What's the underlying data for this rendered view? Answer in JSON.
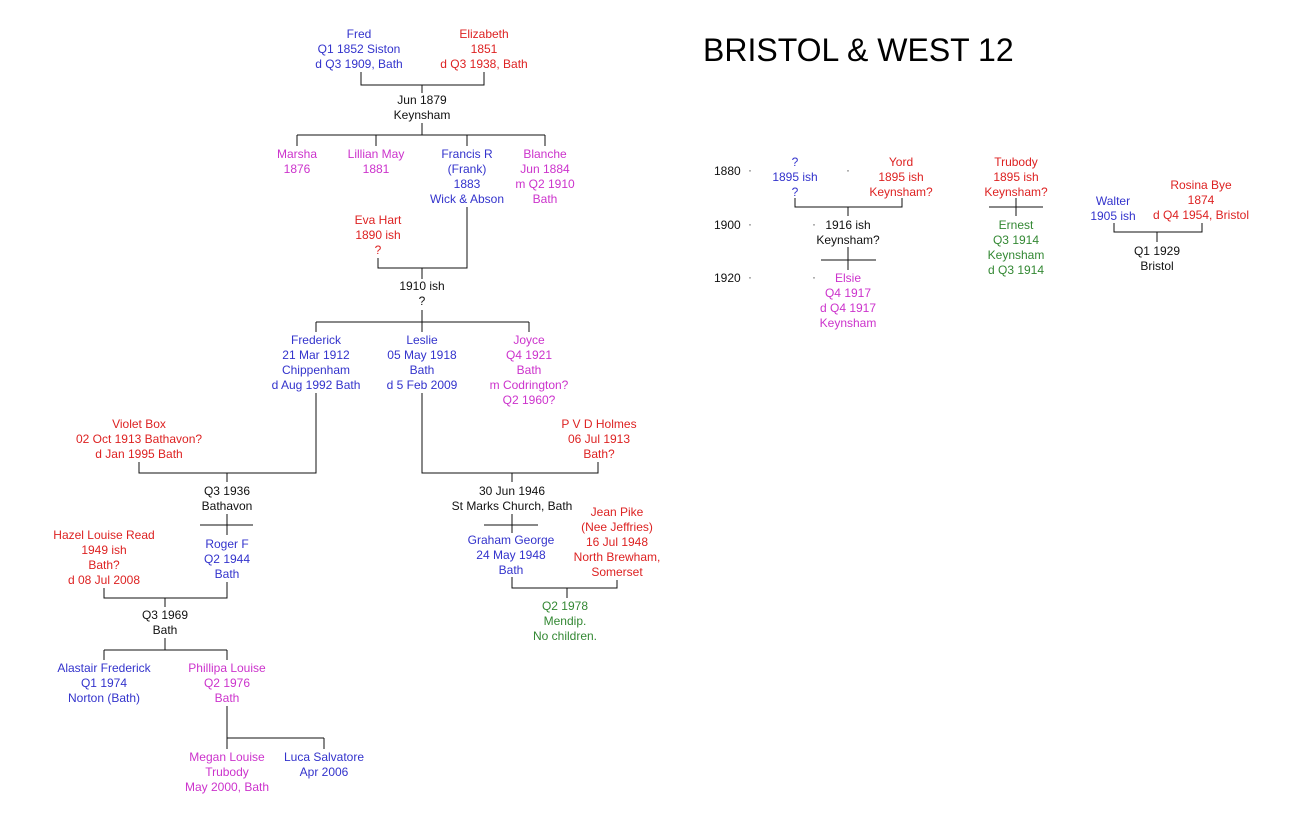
{
  "title": "BRISTOL & WEST 12",
  "colors": {
    "male": "#3333cc",
    "female_spouse": "#dd2222",
    "female": "#cc33cc",
    "other": "#338833",
    "event": "#111111"
  },
  "nodes": {
    "fred": [
      "Fred",
      "Q1 1852 Siston",
      "d Q3 1909, Bath"
    ],
    "elizabeth": [
      "Elizabeth",
      "1851",
      "d Q3 1938, Bath"
    ],
    "m1879": [
      "Jun 1879",
      "Keynsham"
    ],
    "marsha": [
      "Marsha",
      "1876"
    ],
    "lillian": [
      "Lillian May",
      "1881"
    ],
    "francis": [
      "Francis R",
      "(Frank)",
      "1883",
      "Wick & Abson"
    ],
    "blanche": [
      "Blanche",
      "Jun 1884",
      "m Q2 1910",
      "Bath"
    ],
    "eva": [
      "Eva Hart",
      "1890 ish",
      "?"
    ],
    "m1910": [
      "1910 ish",
      "?"
    ],
    "frederick": [
      "Frederick",
      "21 Mar 1912",
      "Chippenham",
      "d Aug 1992 Bath"
    ],
    "leslie": [
      "Leslie",
      "05 May 1918",
      "Bath",
      "d 5 Feb 2009"
    ],
    "joyce": [
      "Joyce",
      "Q4 1921",
      "Bath",
      "m Codrington?",
      "Q2 1960?"
    ],
    "violet": [
      "Violet Box",
      "02 Oct 1913 Bathavon?",
      "d Jan 1995 Bath"
    ],
    "pvd": [
      "P V D Holmes",
      "06 Jul 1913",
      "Bath?"
    ],
    "m1936": [
      "Q3 1936",
      "Bathavon"
    ],
    "m1946": [
      "30 Jun 1946",
      "St Marks Church, Bath"
    ],
    "hazel": [
      "Hazel Louise Read",
      "1949 ish",
      "Bath?",
      "d 08 Jul 2008"
    ],
    "roger": [
      "Roger F",
      "Q2 1944",
      "Bath"
    ],
    "graham": [
      "Graham George",
      "24 May 1948",
      "Bath"
    ],
    "jean": [
      "Jean Pike",
      "(Nee Jeffries)",
      "16 Jul 1948",
      "North Brewham,",
      "Somerset"
    ],
    "m1978": [
      "Q2 1978",
      "Mendip.",
      "No children."
    ],
    "m1969": [
      "Q3 1969",
      "Bath"
    ],
    "alastair": [
      "Alastair Frederick",
      "Q1 1974",
      "Norton (Bath)"
    ],
    "phillipa": [
      "Phillipa Louise",
      "Q2 1976",
      "Bath"
    ],
    "megan": [
      "Megan Louise",
      "Trubody",
      "May 2000, Bath"
    ],
    "luca": [
      "Luca Salvatore",
      "Apr 2006"
    ],
    "unk": [
      "?",
      "1895 ish",
      "?"
    ],
    "yord": [
      "Yord",
      "1895 ish",
      "Keynsham?"
    ],
    "m1916": [
      "1916 ish",
      "Keynsham?"
    ],
    "elsie": [
      "Elsie",
      "Q4 1917",
      "d Q4 1917",
      "Keynsham"
    ],
    "trubody": [
      "Trubody",
      "1895 ish",
      "Keynsham?"
    ],
    "ernest": [
      "Ernest",
      "Q3 1914",
      "Keynsham",
      "d Q3 1914"
    ],
    "walter": [
      "Walter",
      "1905 ish"
    ],
    "rosina": [
      "Rosina Bye",
      "1874",
      "d Q4 1954, Bristol"
    ],
    "m1929": [
      "Q1 1929",
      "Bristol"
    ]
  },
  "years": [
    "1880",
    "1900",
    "1920"
  ]
}
